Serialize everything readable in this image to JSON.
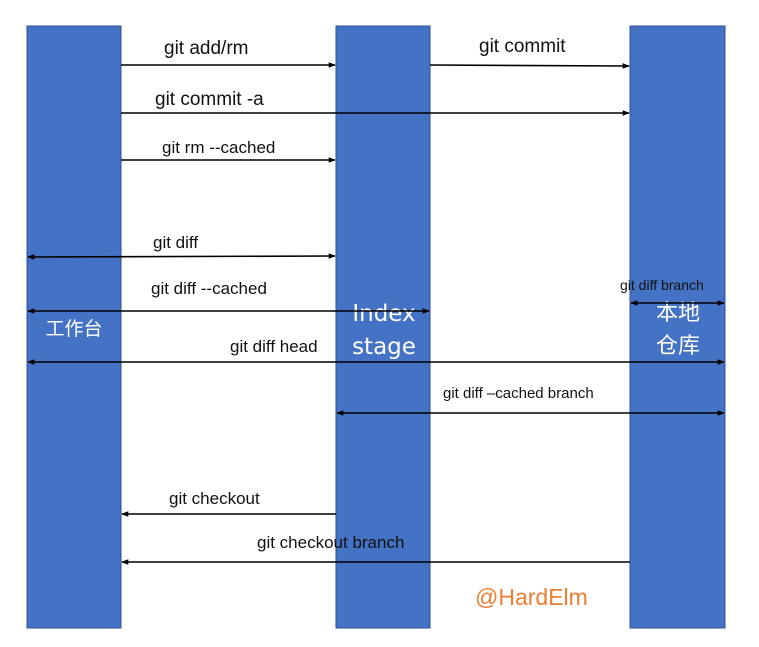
{
  "columns": {
    "working": {
      "label_lines": [
        "工作台"
      ]
    },
    "index": {
      "label_lines": [
        "Index",
        "stage"
      ]
    },
    "local": {
      "label_lines": [
        "本地",
        "仓库"
      ]
    }
  },
  "arrows": [
    {
      "id": "git-add-rm",
      "label": "git add/rm"
    },
    {
      "id": "git-commit",
      "label": "git commit"
    },
    {
      "id": "git-commit-a",
      "label": "git commit -a"
    },
    {
      "id": "git-rm-cached",
      "label": "git rm --cached"
    },
    {
      "id": "git-diff",
      "label": "git diff"
    },
    {
      "id": "git-diff-cached",
      "label": "git diff --cached"
    },
    {
      "id": "git-diff-branch",
      "label": "git diff branch"
    },
    {
      "id": "git-diff-head",
      "label": "git diff head"
    },
    {
      "id": "git-diff-cached-branch",
      "label": "git diff –cached branch"
    },
    {
      "id": "git-checkout",
      "label": "git checkout"
    },
    {
      "id": "git-checkout-branch",
      "label": "git checkout branch"
    }
  ],
  "watermark": "@HardElm",
  "colors": {
    "column_fill": "#4472C4",
    "column_border": "#2F528F",
    "watermark": "#ED7D31",
    "arrow": "#000000"
  }
}
